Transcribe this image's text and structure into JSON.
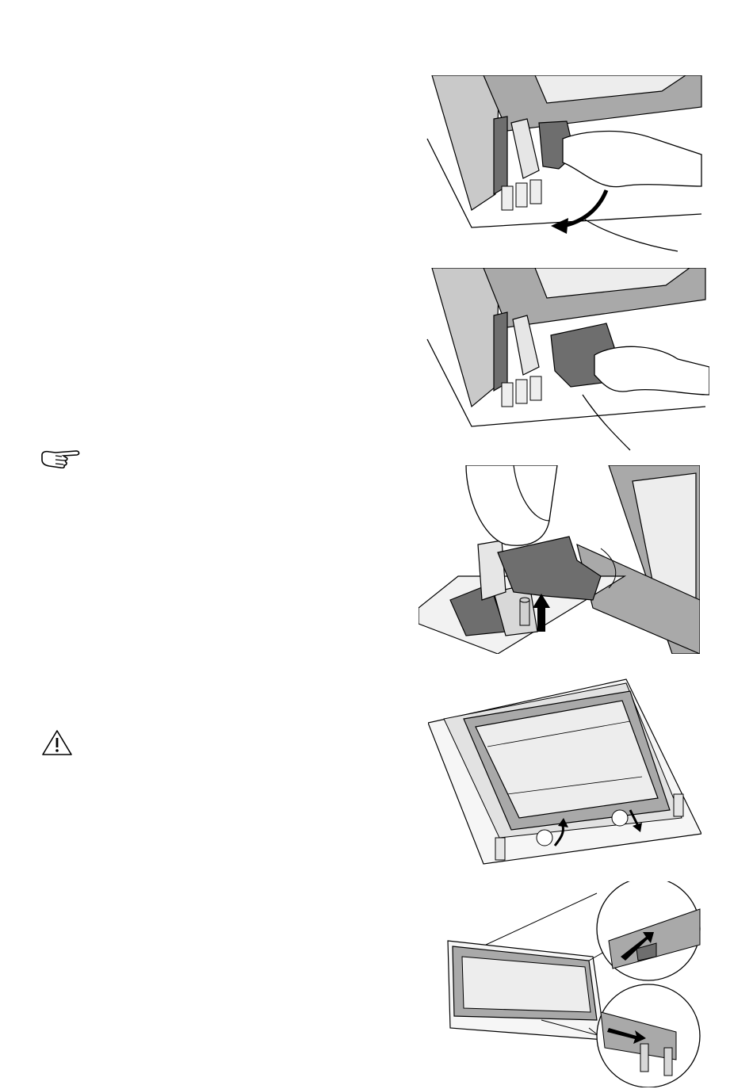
{
  "page": {
    "background": "#ffffff",
    "icons": [
      "pointing-hand-note-icon",
      "warning-triangle-icon"
    ],
    "illustrations": [
      "door-hinge-lever-unlock-illustration",
      "door-hinge-lever-open-illustration",
      "hinge-lever-lift-illustration",
      "door-glass-panel-removal-illustration",
      "door-glass-panel-seal-detail-illustration"
    ],
    "colors": {
      "frame_gray": "#a9a9a9",
      "dark_gray": "#6e6e6e",
      "light_gray": "#e2e2e2",
      "glass": "#ededed",
      "outline": "#000000"
    }
  }
}
